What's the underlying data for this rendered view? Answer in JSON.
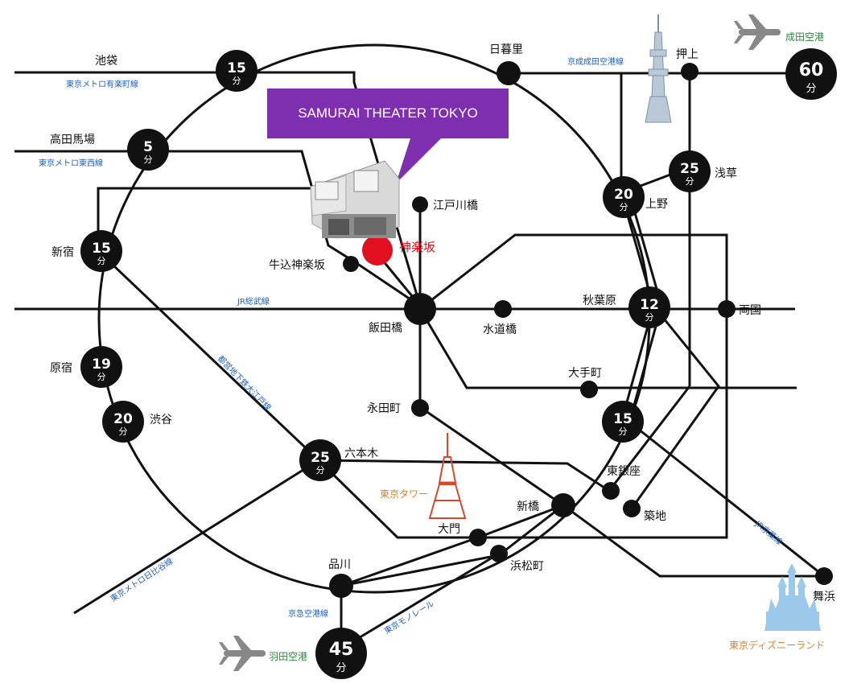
{
  "theater_label": "SAMURAI THEATER TOKYO",
  "stations": {
    "ikebukuro": "池袋",
    "takadanobaba": "高田馬場",
    "shinjuku": "新宿",
    "harajuku": "原宿",
    "shibuya": "渋谷",
    "roppongi": "六本木",
    "shinagawa": "品川",
    "daimon": "大門",
    "hamamatsucho": "浜松町",
    "shimbashi": "新橋",
    "higashiginza": "東銀座",
    "tsukiji": "築地",
    "otemachi": "大手町",
    "nagatacho": "永田町",
    "iidabashi": "飯田橋",
    "suidobashi": "水道橋",
    "akihabara": "秋葉原",
    "ryogoku": "両国",
    "ueno": "上野",
    "asakusa": "浅草",
    "oshiage": "押上",
    "nippori": "日暮里",
    "edogawabashi": "江戸川橋",
    "ushigome": "牛込神楽坂",
    "kagurazaka": "神楽坂",
    "maihama": "舞浜"
  },
  "lines": {
    "yurakucho": "東京メトロ有楽町線",
    "tozai": "東京メトロ東西線",
    "sobu": "JR総武線",
    "oedo": "都営地下鉄大江戸線",
    "hibiya": "東京メトロ日比谷線",
    "keikyu": "京急空港線",
    "monorail": "東京モノレール",
    "keisei": "京成成田空港線",
    "keiyo": "JR京葉線"
  },
  "landmarks": {
    "tokyo_tower": "東京タワー",
    "disneyland": "東京ディズニーランド",
    "haneda": "羽田空港",
    "narita": "成田空港"
  },
  "minute_unit": "分",
  "minutes": {
    "ikebukuro": "15",
    "takadanobaba": "5",
    "shinjuku": "15",
    "harajuku": "19",
    "shibuya": "20",
    "roppongi": "25",
    "ueno": "20",
    "asakusa": "25",
    "akihabara": "12",
    "tsukiji_area": "15",
    "haneda": "45",
    "narita": "60"
  },
  "colors": {
    "theater_box": "#7e2fb0",
    "kagurazaka_dot": "#e0101e",
    "line_label_blue": "#1f5fbf",
    "tower": "#d9482b",
    "disney": "#9cc8ea",
    "airport_green": "#2a8a3e"
  }
}
